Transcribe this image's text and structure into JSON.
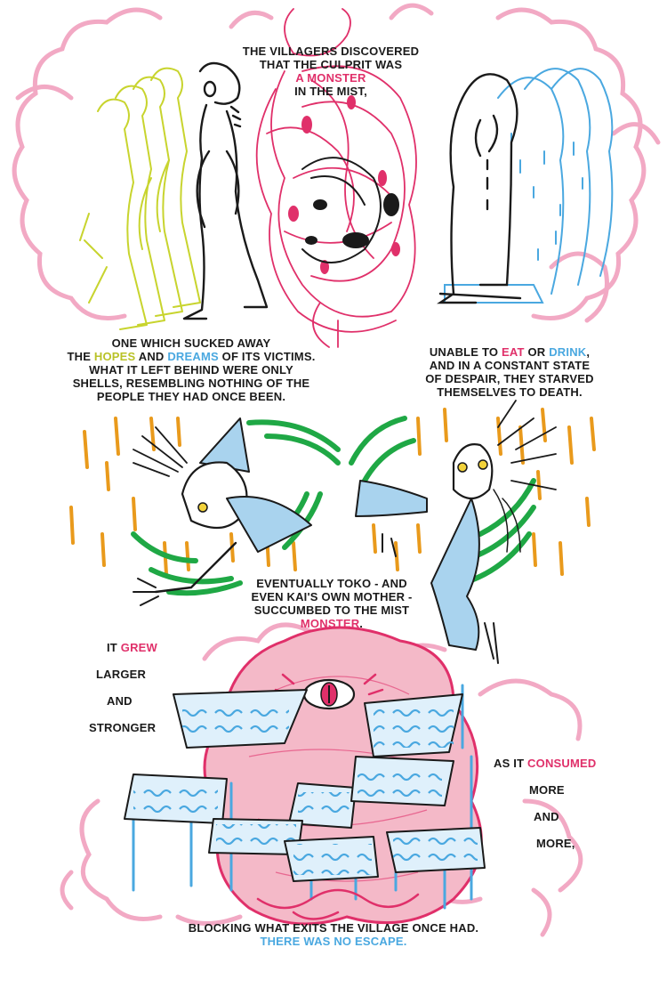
{
  "captions": {
    "intro": {
      "line1": "THE VILLAGERS DISCOVERED",
      "line2": "THAT THE CULPRIT WAS",
      "highlight": "A MONSTER",
      "line4": "IN THE MIST,"
    },
    "shells": {
      "line1": "ONE WHICH SUCKED AWAY",
      "line2_pre": "THE ",
      "hopes": "HOPES",
      "line2_mid": " AND ",
      "dreams": "DREAMS",
      "line2_post": " OF ITS VICTIMS.",
      "line3": "WHAT IT LEFT BEHIND WERE ONLY",
      "line4": "SHELLS, RESEMBLING NOTHING OF THE",
      "line5": "PEOPLE THEY HAD ONCE BEEN."
    },
    "starved": {
      "line1_pre": "UNABLE TO ",
      "eat": "EAT",
      "line1_mid": " OR ",
      "drink": "DRINK",
      "line1_post": ",",
      "line2": "AND IN A CONSTANT STATE",
      "line3": "OF DESPAIR, THEY STARVED",
      "line4": "THEMSELVES TO DEATH."
    },
    "succumbed": {
      "line1": "EVENTUALLY TOKO - AND",
      "line2": "EVEN KAI'S OWN MOTHER -",
      "line3": "SUCCUMBED TO THE MIST",
      "monster": "MONSTER",
      "period": "."
    },
    "grew": {
      "it": "IT ",
      "grew": "GREW",
      "larger": "LARGER",
      "and": "AND",
      "stronger": "STRONGER"
    },
    "consumed": {
      "as_it": "AS IT ",
      "consumed": "CONSUMED",
      "more1": "MORE",
      "and": "AND",
      "more2": "MORE,"
    },
    "blocking": {
      "line1": "BLOCKING WHAT EXITS THE VILLAGE ONCE HAD.",
      "line2": "THERE WAS NO ESCAPE."
    }
  },
  "colors": {
    "pink": "#e0306a",
    "cloud_pink": "#f2a9c4",
    "yellow_green": "#c8d42e",
    "blue": "#4aa8e0",
    "light_blue": "#a9d3ee",
    "green": "#1fa845",
    "orange": "#e99a1c",
    "ink": "#1a1a1a"
  },
  "figures": {
    "screaming_figure": "yellow-green afterimage figure",
    "curled_figure": "pink scribbled crouching figure",
    "weeping_figure": "blue afterimage figure",
    "toko": "falling figure left",
    "mother": "falling figure right",
    "monster": "mist monster with single eye"
  }
}
